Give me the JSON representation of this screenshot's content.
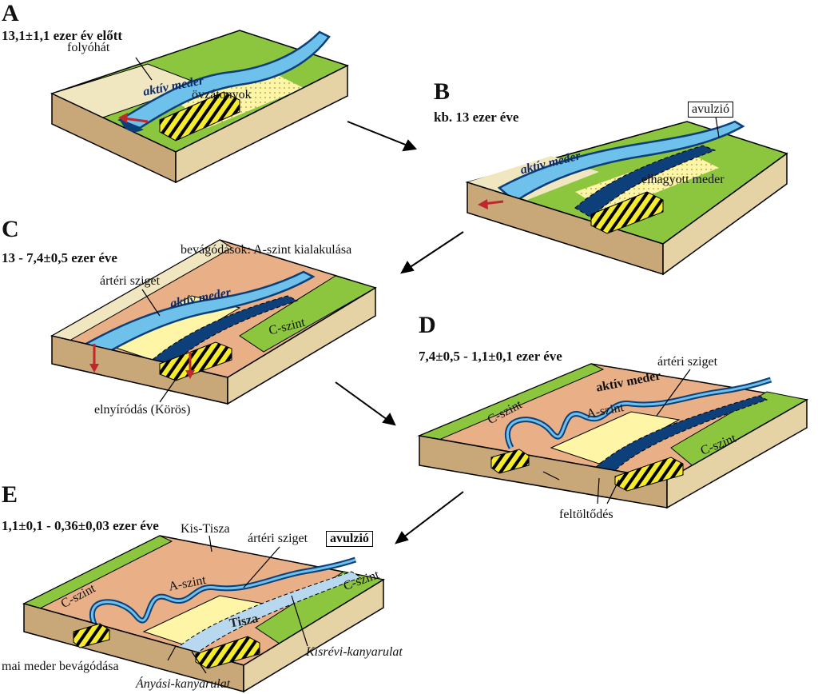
{
  "panels": {
    "A": {
      "letter": "A",
      "age": "13,1±1,1 ezer év előtt",
      "labels": {
        "levee": "folyóhát",
        "active_channel": "aktív meder",
        "point_bars": "övzátonyok"
      }
    },
    "B": {
      "letter": "B",
      "age": "kb. 13 ezer éve",
      "labels": {
        "avulsion": "avulzió",
        "active_channel": "aktív meder",
        "abandoned_channel": "elhagyott meder"
      }
    },
    "C": {
      "letter": "C",
      "age": "13 - 7,4±0,5 ezer éve",
      "labels": {
        "incisions": "bevágódások: A-szint kialakulása",
        "floodplain_island": "ártéri sziget",
        "active_channel": "aktív meder",
        "c_terrace": "C-szint",
        "cutoff": "elnyíródás (Körös)"
      }
    },
    "D": {
      "letter": "D",
      "age": "7,4±0,5 - 1,1±0,1 ezer éve",
      "labels": {
        "floodplain_island": "ártéri sziget",
        "active_channel": "aktív meder",
        "c_terrace_left": "C-szint",
        "a_terrace": "A-szint",
        "c_terrace_right": "C-szint",
        "infilling": "feltöltődés"
      }
    },
    "E": {
      "letter": "E",
      "age": "1,1±0,1 - 0,36±0,03 ezer éve",
      "labels": {
        "kis_tisza": "Kis-Tisza",
        "floodplain_island": "ártéri sziget",
        "avulsion": "avulzió",
        "c_terrace_left": "C-szint",
        "a_terrace": "A-szint",
        "c_terrace_right": "C-szint",
        "tisza": "Tisza",
        "kisrevi": "Kisrévi-kanyarulat",
        "modern_incision": "mai meder bevágódása",
        "anyasi": "Ányási-kanyarulat"
      }
    }
  },
  "colors": {
    "grass": "#8cc63f",
    "terrace_top": "#f0e6c0",
    "sand": "#fff5a6",
    "soil_front": "#c8a878",
    "soil_side": "#e6d3a5",
    "orange_floodplain": "#e9b088",
    "water_light": "#6ec1ea",
    "water_dark": "#0d3f7a",
    "arrow_red": "#c0272d",
    "outline": "#000000"
  }
}
